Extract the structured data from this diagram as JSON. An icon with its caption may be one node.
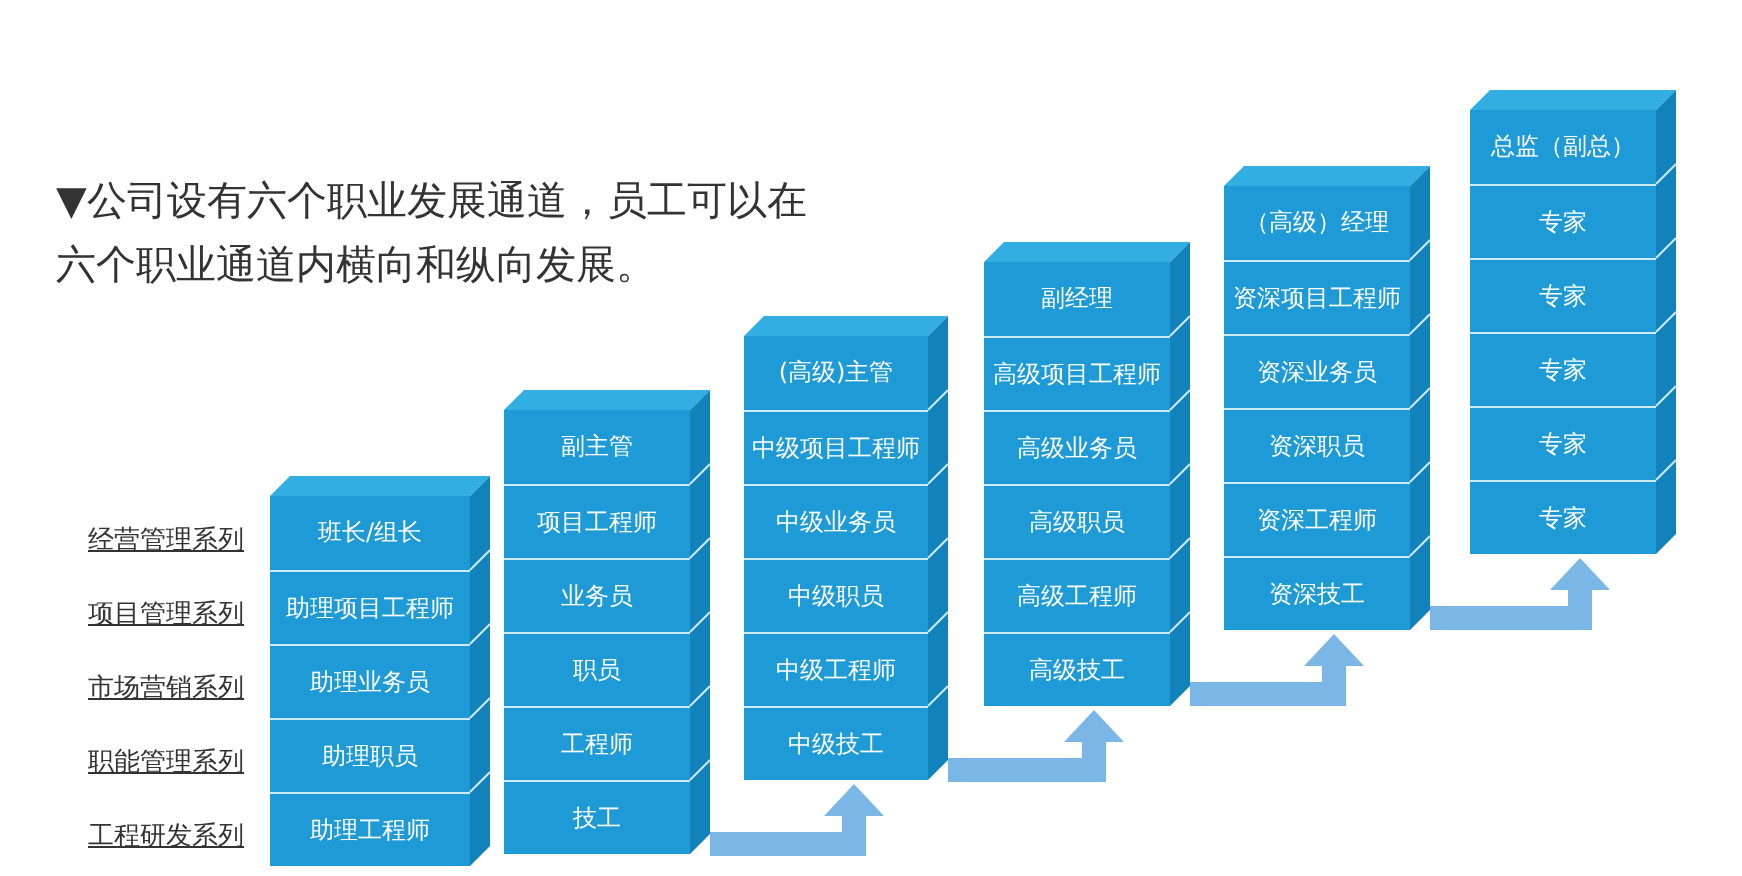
{
  "diagram": {
    "title": "▼公司设有六个职业发展通道，员工可以在六个职业通道内横向和纵向发展。",
    "nodes": [
      {
        "text": [],
        "shape": "box"
      },
      {
        "text": [
          "班长/组长"
        ],
        "in": 0
      },
      {
        "text": [
          "助理项目工程师"
        ],
        "in": 0
      },
      {
        "text": [
          "助理业务员"
        ],
        "in": 0
      },
      {
        "text": [
          "助理职员"
        ],
        "in": 0
      },
      {
        "text": [
          "助理工程师"
        ],
        "in": 0
      },
      {
        "text": [],
        "shape": "box"
      },
      {
        "text": [
          "副主管"
        ],
        "in": 6
      },
      {
        "text": [
          "项目工程师"
        ],
        "in": 6
      },
      {
        "text": [
          "业务员"
        ],
        "in": 6
      },
      {
        "text": [
          "职员"
        ],
        "in": 6
      },
      {
        "text": [
          "工程师"
        ],
        "in": 6
      },
      {
        "text": [
          "技工"
        ],
        "in": 6
      },
      {
        "text": [],
        "shape": "box"
      },
      {
        "text": [
          "(高级)主管"
        ],
        "in": 13
      },
      {
        "text": [
          "中级项目工程师"
        ],
        "in": 13
      },
      {
        "text": [
          "中级业务员"
        ],
        "in": 13
      },
      {
        "text": [
          "中级职员"
        ],
        "in": 13
      },
      {
        "text": [
          "中级工程师"
        ],
        "in": 13
      },
      {
        "text": [
          "中级技工"
        ],
        "in": 13
      },
      {
        "text": [],
        "shape": "box"
      },
      {
        "text": [
          "副经理"
        ],
        "in": 20
      },
      {
        "text": [
          "高级项目工程师"
        ],
        "in": 20
      },
      {
        "text": [
          "高级业务员"
        ],
        "in": 20
      },
      {
        "text": [
          "高级职员"
        ],
        "in": 20
      },
      {
        "text": [
          "高级工程师"
        ],
        "in": 20
      },
      {
        "text": [
          "高级技工"
        ],
        "in": 20
      },
      {
        "text": [],
        "shape": "box"
      },
      {
        "text": [
          "（高级）经理"
        ],
        "in": 27
      },
      {
        "text": [
          "资深项目工程师"
        ],
        "in": 27
      },
      {
        "text": [
          "资深业务员"
        ],
        "in": 27
      },
      {
        "text": [
          "资深职员"
        ],
        "in": 27
      },
      {
        "text": [
          "资深工程师"
        ],
        "in": 27
      },
      {
        "text": [
          "资深技工"
        ],
        "in": 27
      },
      {
        "text": [],
        "shape": "box"
      },
      {
        "text": [
          "总监（副总）"
        ],
        "in": 34
      },
      {
        "text": [
          "专家"
        ],
        "in": 34
      },
      {
        "text": [
          "专家"
        ],
        "in": 34
      },
      {
        "text": [
          "专家"
        ],
        "in": 34
      },
      {
        "text": [
          "专家"
        ],
        "in": 34
      },
      {
        "text": [
          "专家"
        ],
        "in": 34
      }
    ],
    "edges": [
      {
        "from": 6,
        "to": 13,
        "arrow": "to"
      },
      {
        "from": 13,
        "to": 20,
        "arrow": "to"
      },
      {
        "from": 20,
        "to": 27,
        "arrow": "to"
      },
      {
        "from": 27,
        "to": 34,
        "arrow": "to"
      }
    ],
    "labels": [
      "经营管理系列",
      "项目管理系列",
      "市场营销系列",
      "职能管理系列",
      "工程研发系列"
    ]
  }
}
